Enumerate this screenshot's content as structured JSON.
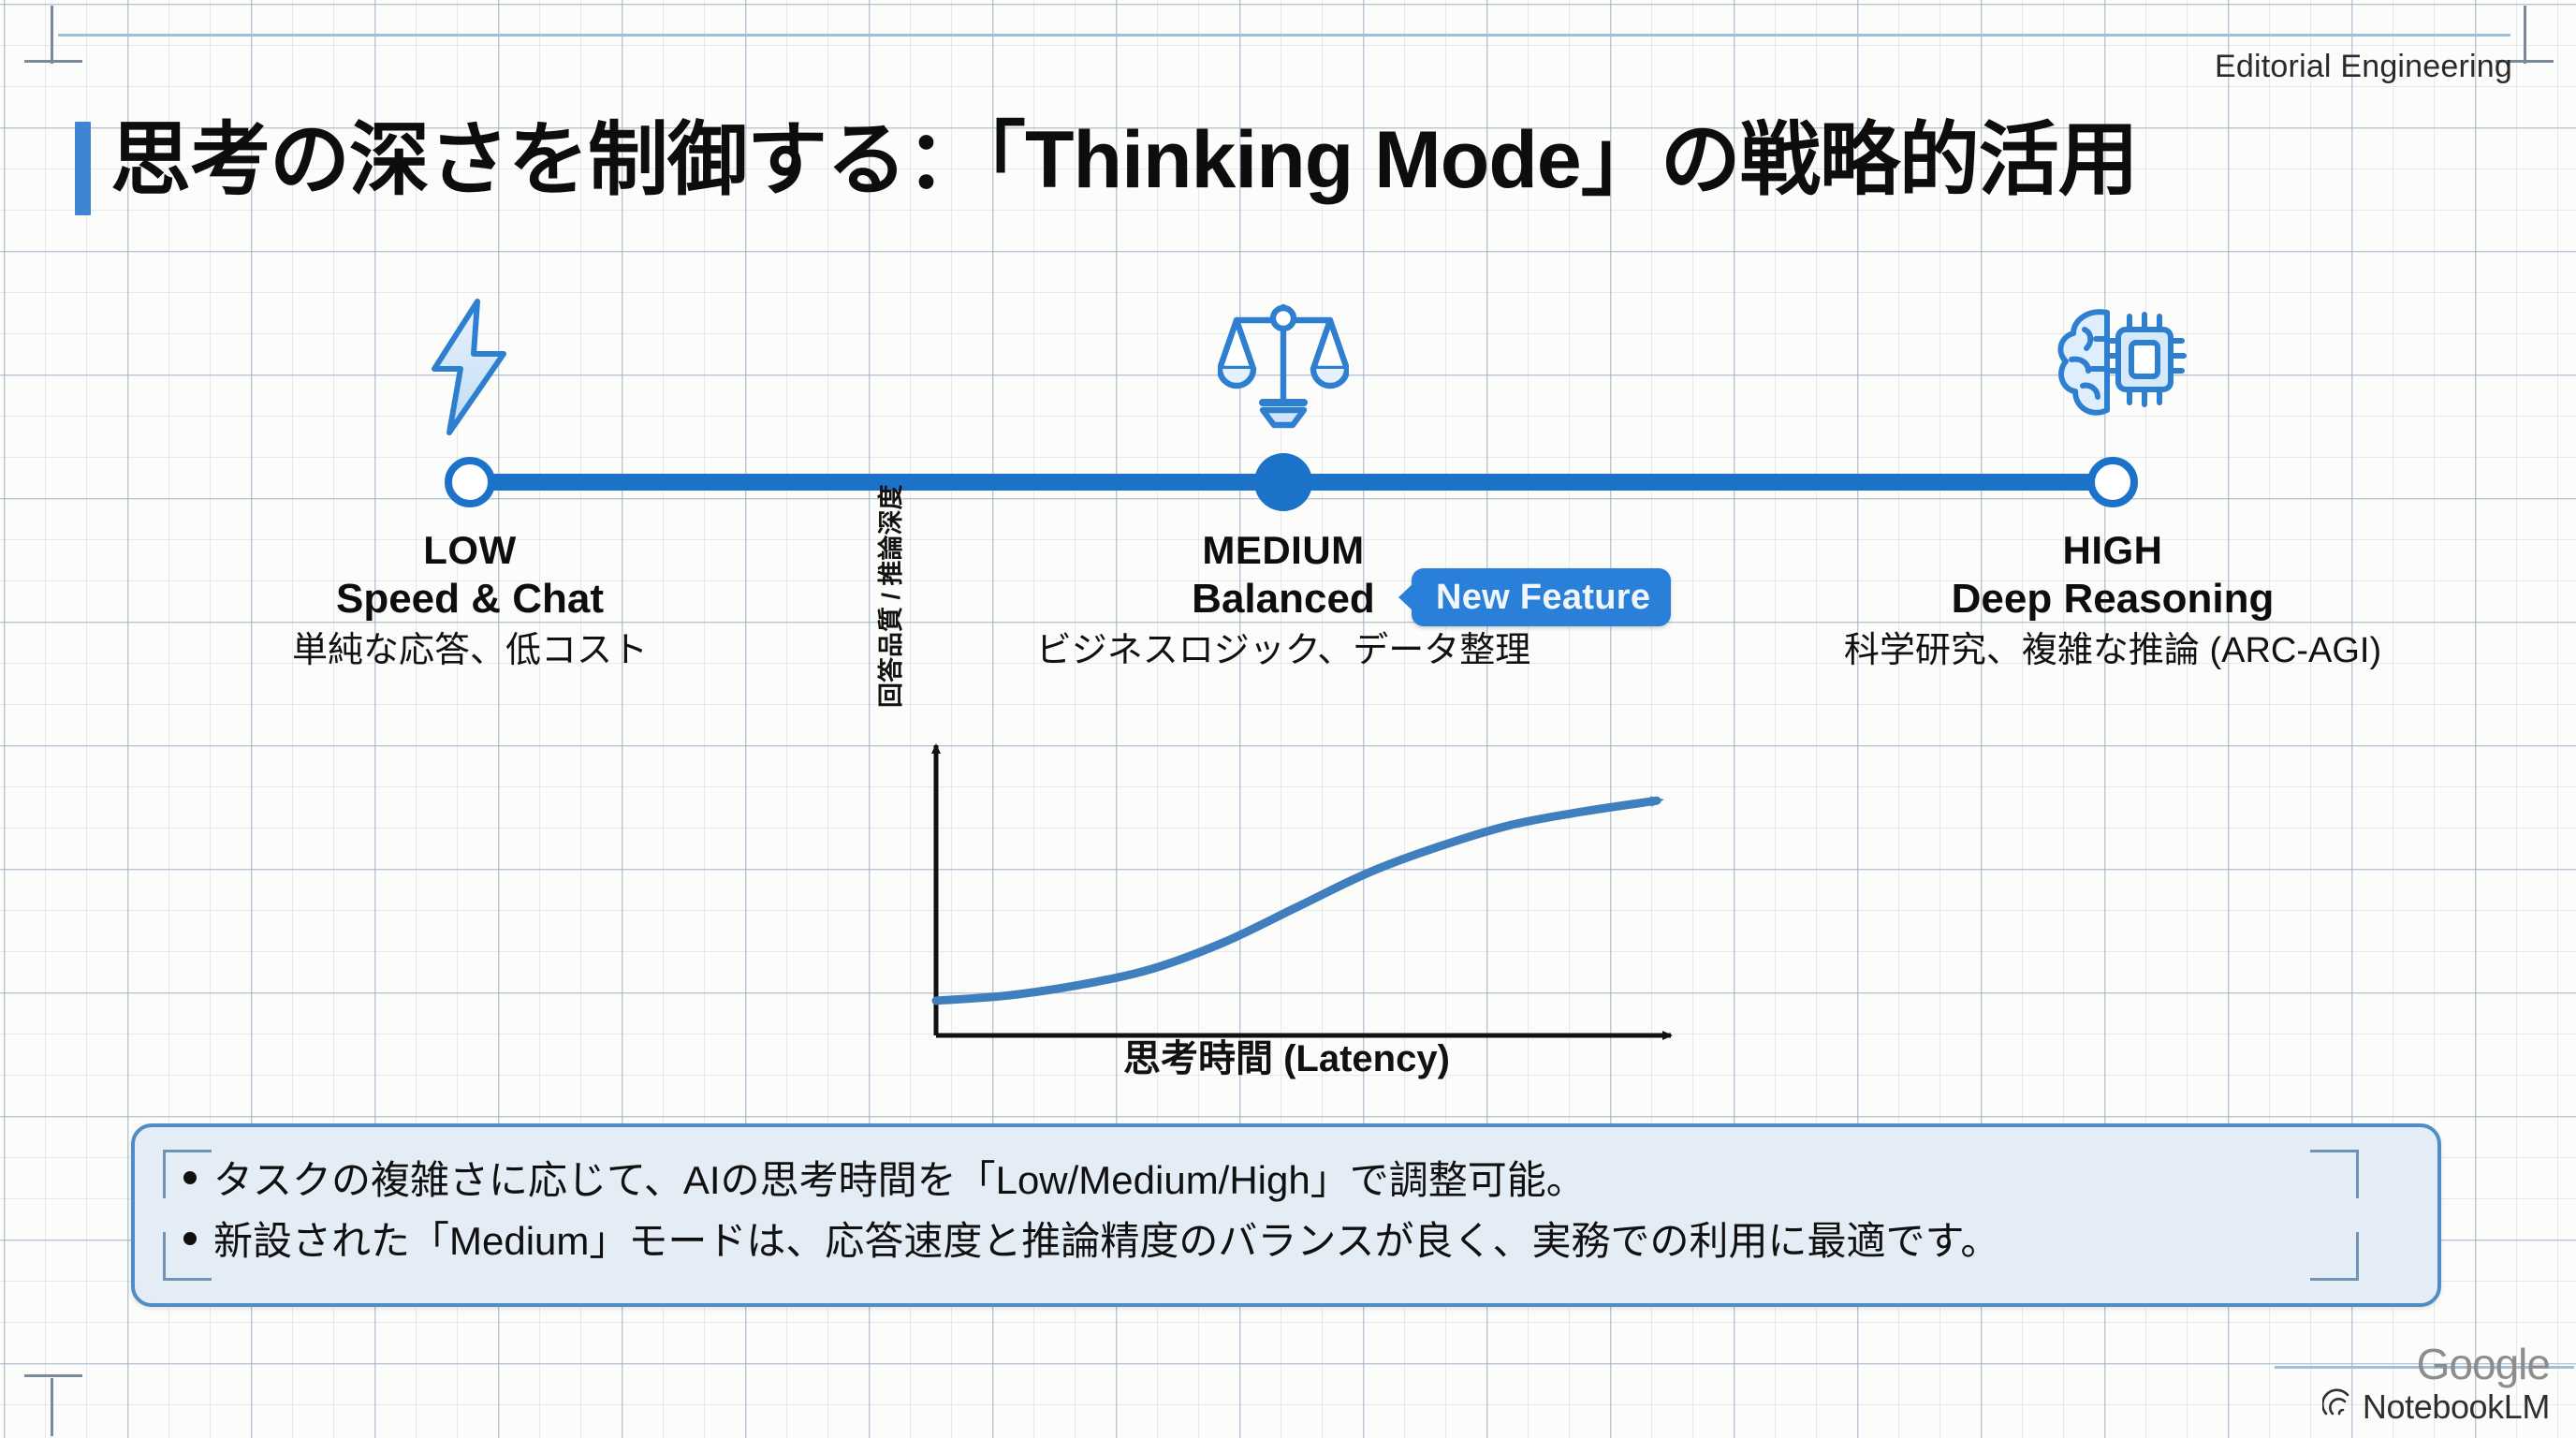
{
  "header": {
    "label": "Editorial Engineering"
  },
  "title": "思考の深さを制御する：「Thinking Mode」の戦略的活用",
  "slider": {
    "stops": [
      {
        "icon": "lightning-bolt-icon",
        "name": "LOW",
        "subtitle": "Speed & Chat",
        "description": "単純な応答、低コスト",
        "state": "unselected"
      },
      {
        "icon": "balance-scales-icon",
        "name": "MEDIUM",
        "subtitle": "Balanced",
        "description": "ビジネスロジック、データ整理",
        "state": "selected"
      },
      {
        "icon": "brain-chip-icon",
        "name": "HIGH",
        "subtitle": "Deep Reasoning",
        "description": "科学研究、複雑な推論 (ARC-AGI)",
        "state": "unselected"
      }
    ],
    "badge": "New Feature"
  },
  "chart_data": {
    "type": "line",
    "title": "",
    "xlabel": "思考時間 (Latency)",
    "ylabel": "回答品質 / 推論深度",
    "grid": false,
    "legend": null,
    "annotations": [
      "arrowhead at curve end",
      "arrowheads on both axes"
    ],
    "xlim": [
      0,
      10
    ],
    "ylim": [
      0,
      10
    ],
    "series": [
      {
        "name": "quality-vs-latency",
        "x": [
          0.0,
          1.0,
          2.0,
          3.0,
          4.0,
          5.0,
          6.0,
          7.0,
          8.0,
          9.0,
          10.0
        ],
        "y": [
          1.3,
          1.5,
          1.9,
          2.5,
          3.5,
          4.8,
          6.1,
          7.1,
          7.9,
          8.4,
          8.8
        ]
      }
    ]
  },
  "summary": {
    "bullets": [
      "タスクの複雑さに応じて、AIの思考時間を「Low/Medium/High」で調整可能。",
      "新設された「Medium」モードは、応答速度と推論精度のバランスが良く、実務での利用に最適です。"
    ]
  },
  "footer": {
    "brand": "Google",
    "product": "NotebookLM",
    "logo_icon": "notebooklm-logo-icon"
  },
  "colors": {
    "accent_blue": "#1c72c9",
    "badge_blue": "#2a80d8",
    "panel_fill": "#e4ecf6",
    "panel_border": "#4f8ec4",
    "rule_blue": "#9fc0d8",
    "icon_blue": "#2f7fd0",
    "curve_blue": "#3f7fbd"
  }
}
